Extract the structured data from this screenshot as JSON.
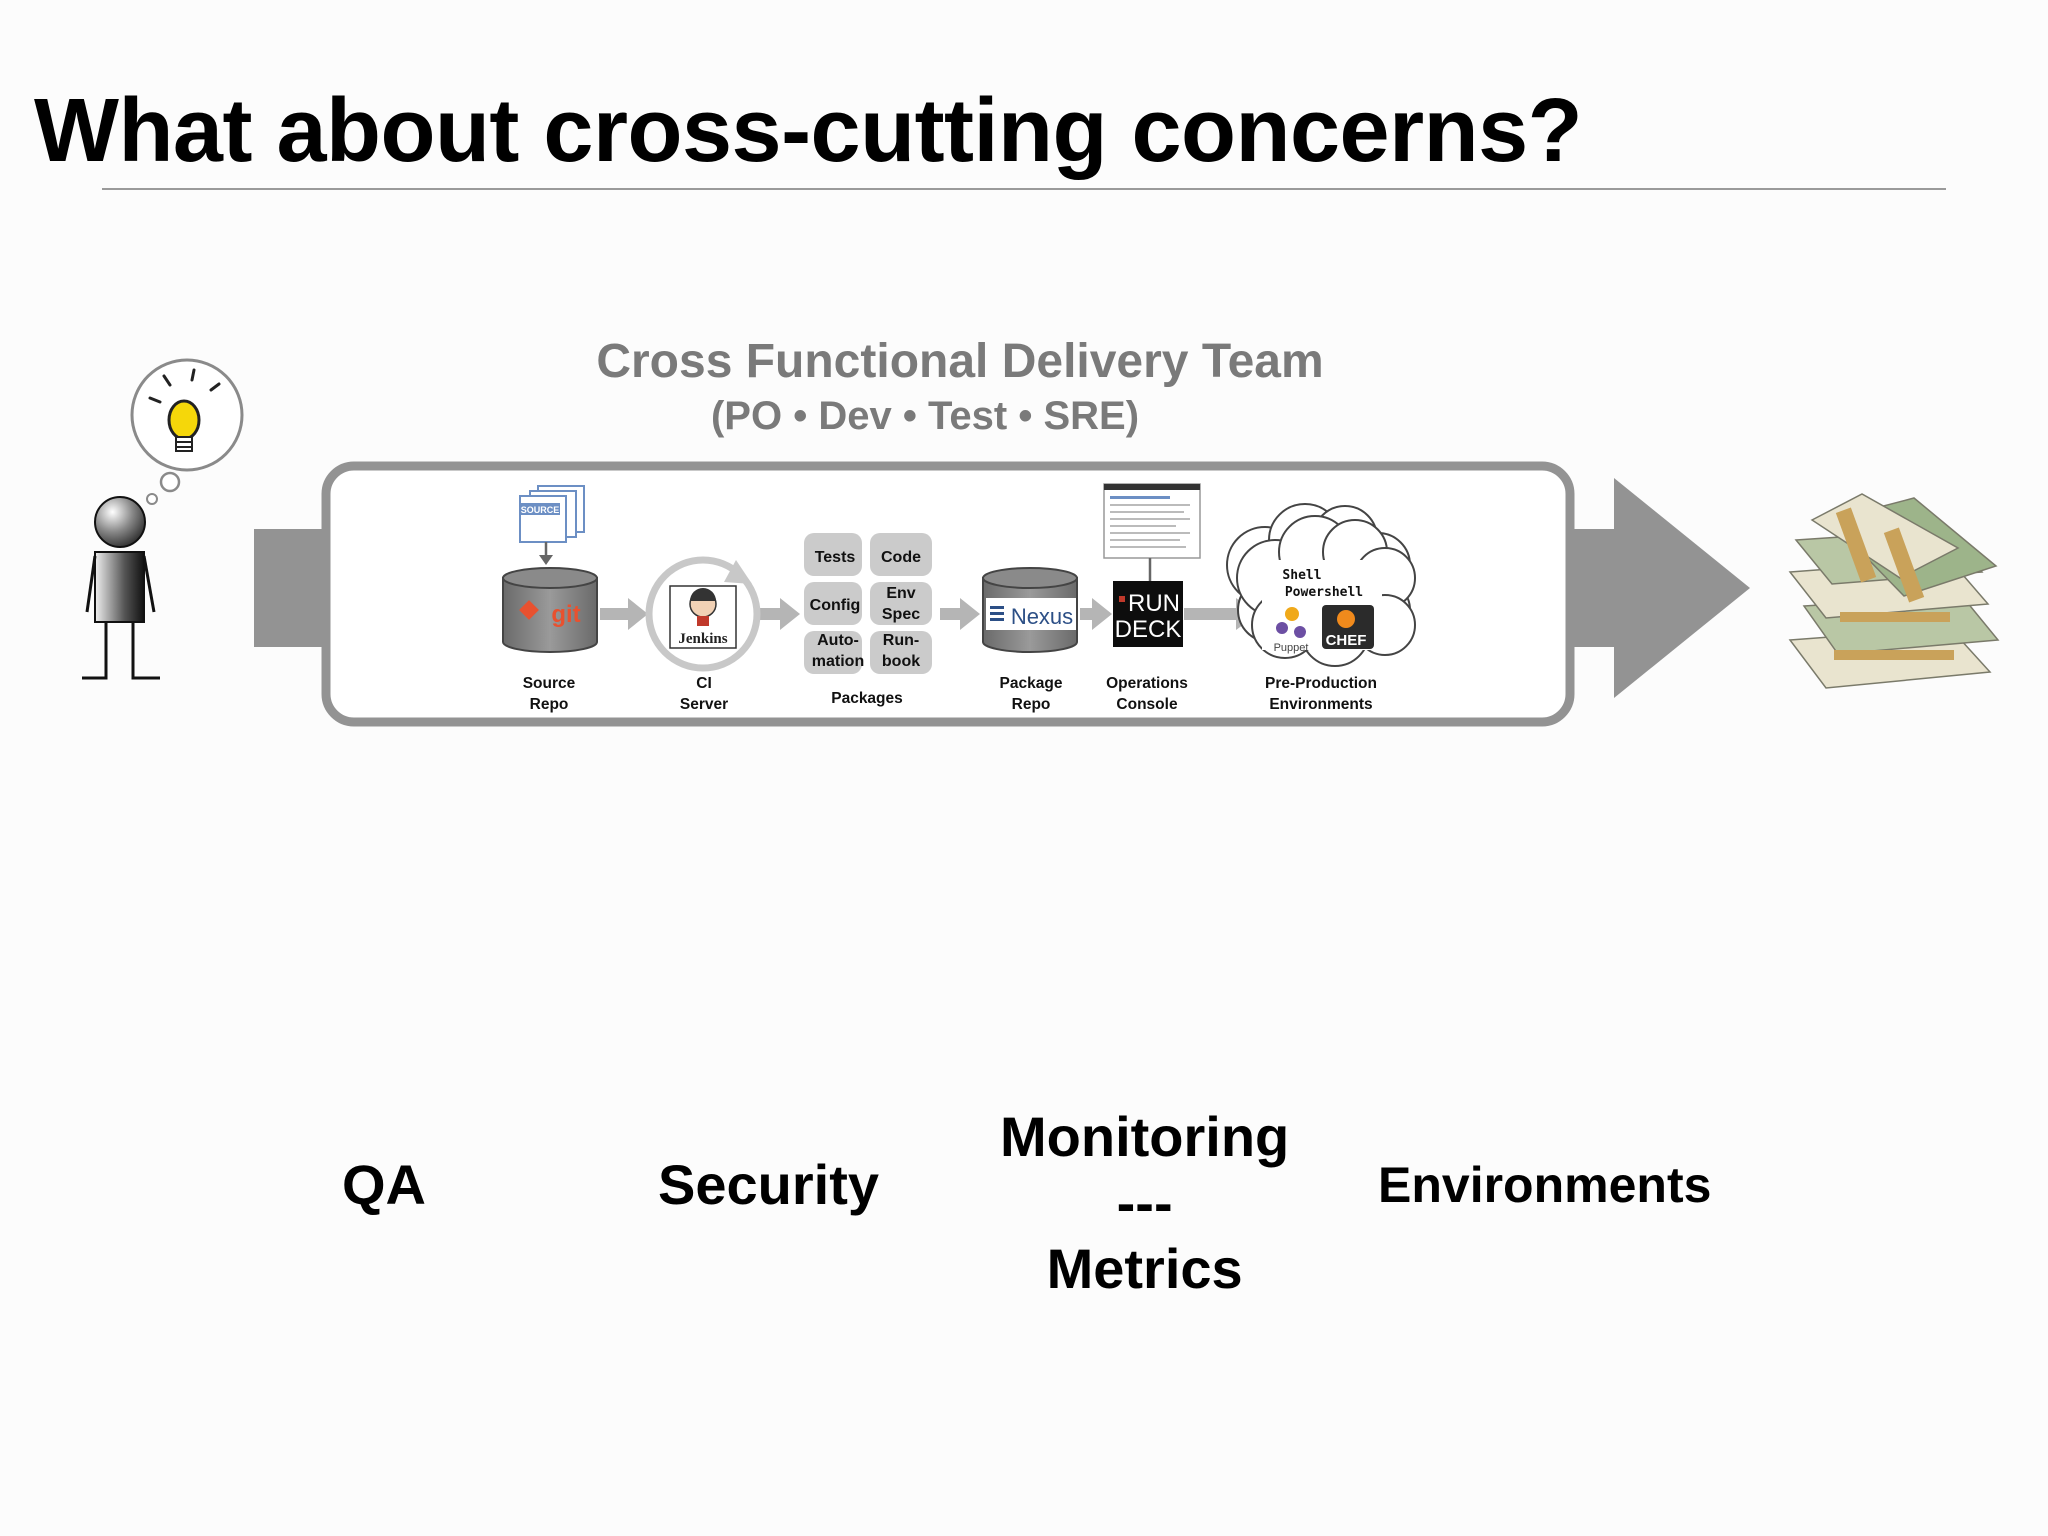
{
  "slide": {
    "title": "What about cross-cutting concerns?"
  },
  "team": {
    "title": "Cross Functional Delivery Team",
    "subtitle": "(PO • Dev • Test • SRE)"
  },
  "pipeline": {
    "source_doc_label": "SOURCE",
    "git_label": "git",
    "jenkins_label": "Jenkins",
    "nexus_label": "Nexus",
    "rundeck_line1": "RUN",
    "rundeck_line2": "DECK",
    "cloud_line1": "Shell",
    "cloud_line2": "Powershell",
    "puppet_label": "Puppet",
    "chef_label": "CHEF",
    "packages": {
      "tests": "Tests",
      "code": "Code",
      "config": "Config",
      "env_1": "Env",
      "env_2": "Spec",
      "auto_1": "Auto-",
      "auto_2": "mation",
      "run_1": "Run-",
      "run_2": "book"
    },
    "stages": {
      "source_repo_1": "Source",
      "source_repo_2": "Repo",
      "ci_server_1": "CI",
      "ci_server_2": "Server",
      "packages": "Packages",
      "package_repo_1": "Package",
      "package_repo_2": "Repo",
      "ops_console_1": "Operations",
      "ops_console_2": "Console",
      "preprod_1": "Pre-Production",
      "preprod_2": "Environments"
    }
  },
  "concerns": {
    "qa": "QA",
    "security": "Security",
    "monitoring": "Monitoring",
    "separator": "---",
    "metrics": "Metrics",
    "environments": "Environments"
  },
  "colors": {
    "arrow_gray": "#939393",
    "team_text": "#7a7a7a",
    "bulb_yellow": "#f5d70a",
    "git_orange": "#e8512f",
    "chef_orange": "#f08a1c",
    "money_green": "#9db48a"
  }
}
